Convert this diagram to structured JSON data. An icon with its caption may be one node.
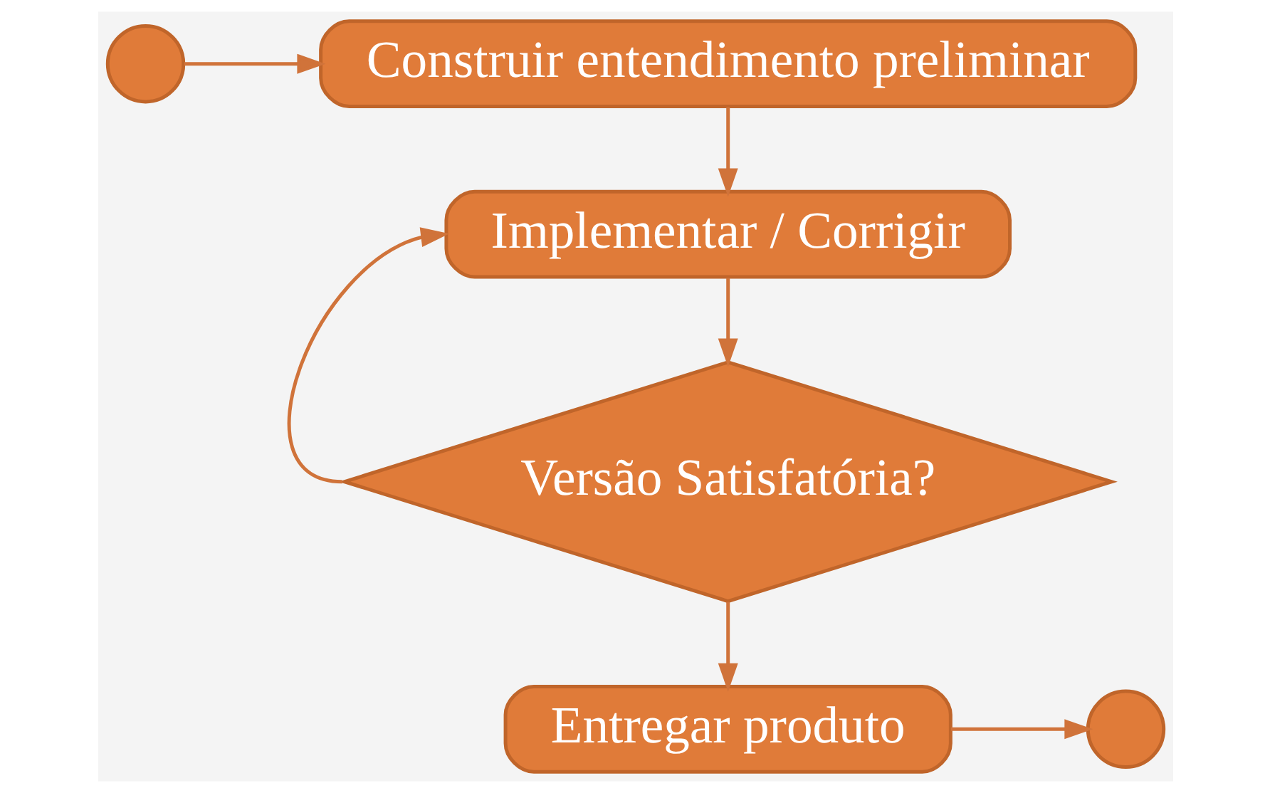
{
  "diagram": {
    "nodes": [
      {
        "text": [],
        "shape": "circle"
      },
      {
        "text": [
          "Construir entendimento preliminar"
        ]
      },
      {
        "text": [
          "Implementar / Corrigir"
        ]
      },
      {
        "text": [
          "Versão Satisfatória?"
        ]
      },
      {
        "text": [
          "Entregar produto"
        ]
      },
      {
        "text": [],
        "shape": "circle"
      }
    ],
    "edges": [
      {
        "from": 0,
        "to": 1,
        "arrow": "to"
      },
      {
        "from": 1,
        "to": 2,
        "arrow": "to"
      },
      {
        "from": 2,
        "to": 3,
        "arrow": "to"
      },
      {
        "from": 3,
        "to": 2,
        "arrow": "to"
      },
      {
        "from": 3,
        "to": 4,
        "arrow": "to"
      },
      {
        "from": 4,
        "to": 5,
        "arrow": "to"
      }
    ]
  }
}
